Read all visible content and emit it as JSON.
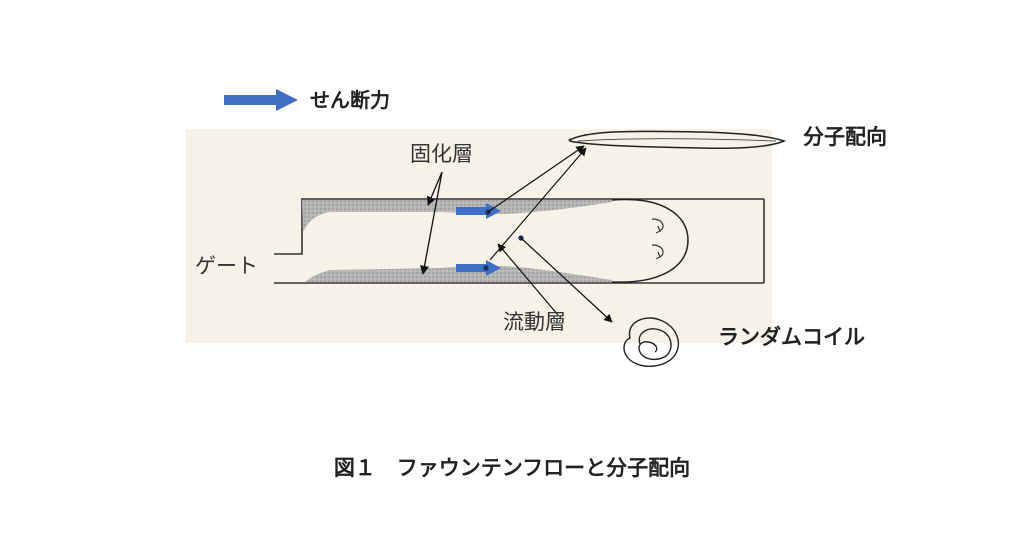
{
  "legend": {
    "arrow_color": "#3f6fc4",
    "label": "せん断力"
  },
  "labels": {
    "solidified_layer": "固化層",
    "gate": "ゲート",
    "flow_layer": "流動層",
    "molecular_orientation": "分子配向",
    "random_coil": "ランダムコイル"
  },
  "caption": "図１　ファウンテンフローと分子配向",
  "colors": {
    "panel_bg": "#f6f2e7",
    "shaded_layer": "#a9a9a9",
    "line": "#222222",
    "shear_arrow": "#3f6fc4"
  }
}
